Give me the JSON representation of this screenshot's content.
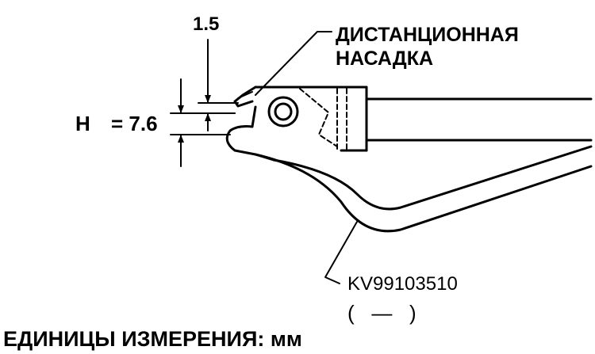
{
  "labels": {
    "gap_value": "1.5",
    "h_symbol": "H",
    "h_value": "= 7.6",
    "attachment_line1": "ДИСТАНЦИОННАЯ",
    "attachment_line2": "НАСАДКА",
    "tool_code": "KV99103510",
    "tool_code_sub": "(   —   )",
    "units": "ЕДИНИЦЫ ИЗМЕРЕНИЯ: мм"
  },
  "colors": {
    "ink": "#000000",
    "background": "#ffffff"
  }
}
